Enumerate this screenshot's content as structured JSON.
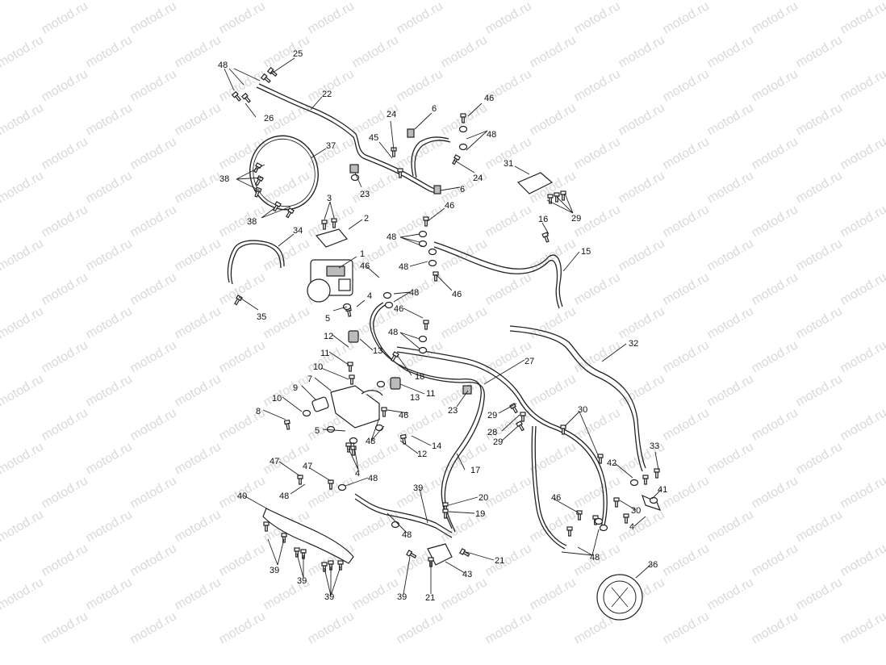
{
  "watermark": "motod.ru",
  "callouts": {
    "c1": "1",
    "c2": "2",
    "c3": "3",
    "c4": "4",
    "c5": "5",
    "c6": "6",
    "c7": "7",
    "c8": "8",
    "c9": "9",
    "c10": "10",
    "c11": "11",
    "c12": "12",
    "c13": "13",
    "c14": "14",
    "c15": "15",
    "c16": "16",
    "c17": "17",
    "c18": "18",
    "c19": "19",
    "c20": "20",
    "c21": "21",
    "c22": "22",
    "c23": "23",
    "c24": "24",
    "c25": "25",
    "c26": "26",
    "c27": "27",
    "c28": "28",
    "c29": "29",
    "c30": "30",
    "c31": "31",
    "c32": "32",
    "c33": "33",
    "c34": "34",
    "c35": "35",
    "c36": "36",
    "c37": "37",
    "c38": "38",
    "c39": "39",
    "c40": "40",
    "c41": "41",
    "c42": "42",
    "c43": "43",
    "c45": "45",
    "c46": "46",
    "c47": "47",
    "c48": "48"
  }
}
